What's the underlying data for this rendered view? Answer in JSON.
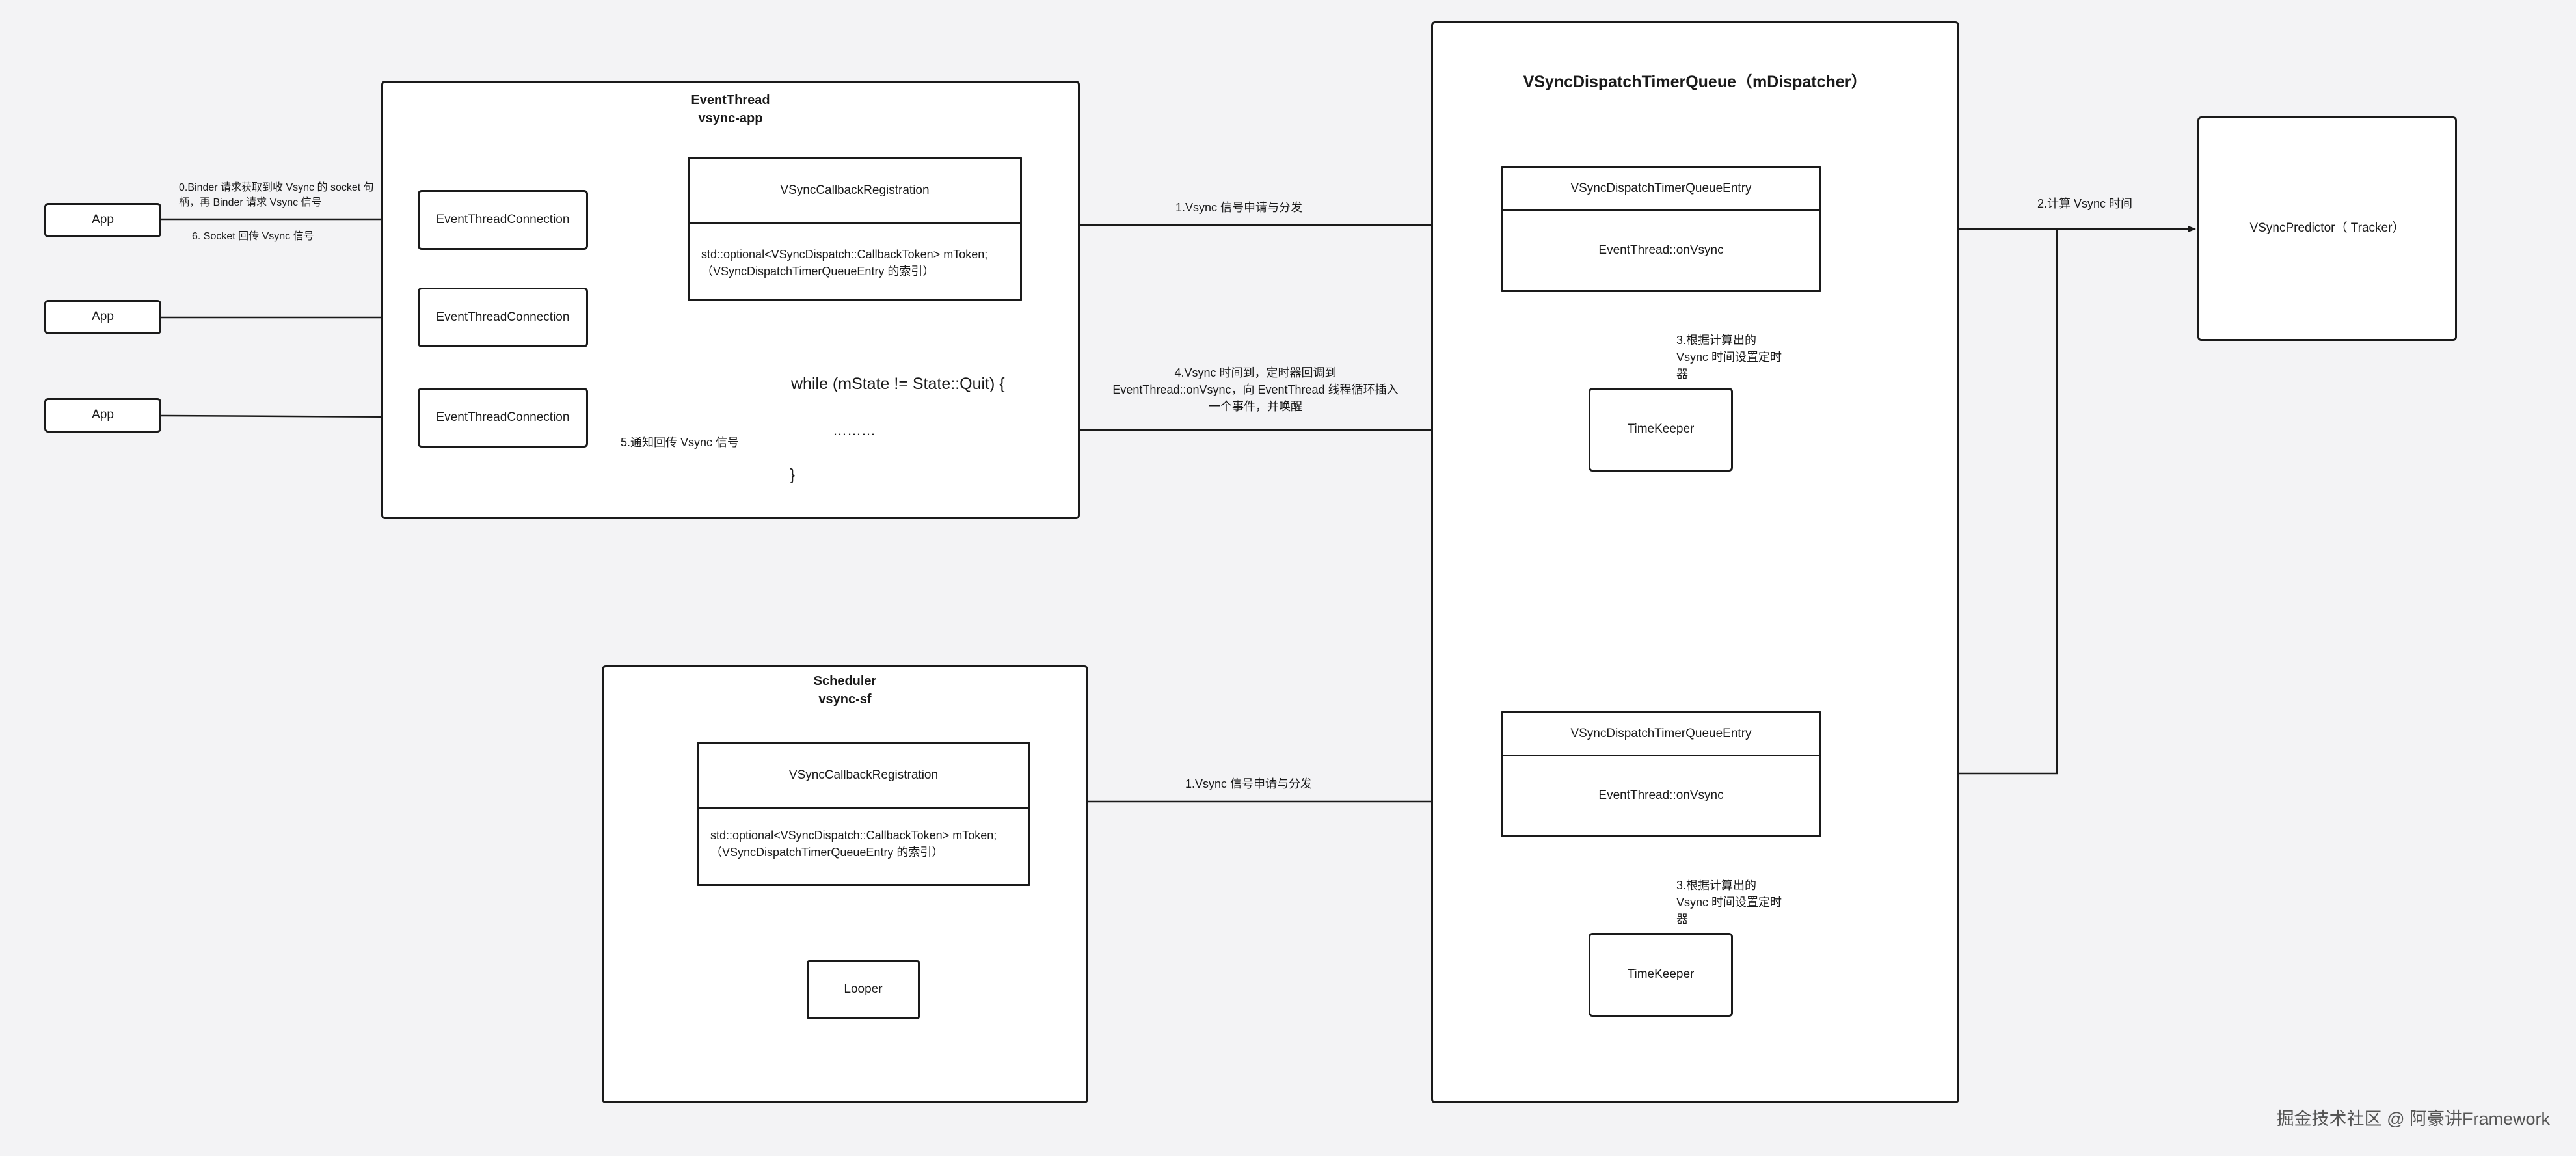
{
  "apps": [
    "App",
    "App",
    "App"
  ],
  "event_thread": {
    "title": "EventThread",
    "subtitle": "vsync-app",
    "connections": [
      "EventThreadConnection",
      "EventThreadConnection",
      "EventThreadConnection"
    ],
    "registration_title": "VSyncCallbackRegistration",
    "registration_body": "std::optional<VSyncDispatch::CallbackToken> mToken;\n（VSyncDispatchTimerQueueEntry 的索引）",
    "loop_head": "while (mState != State::Quit) {",
    "loop_body": "………",
    "loop_end": "}"
  },
  "scheduler": {
    "title": "Scheduler",
    "subtitle": "vsync-sf",
    "registration_title": "VSyncCallbackRegistration",
    "registration_body": "std::optional<VSyncDispatch::CallbackToken> mToken;\n（VSyncDispatchTimerQueueEntry 的索引）",
    "looper": "Looper"
  },
  "dispatcher": {
    "title": "VSyncDispatchTimerQueue（mDispatcher）",
    "entries": [
      {
        "title": "VSyncDispatchTimerQueueEntry",
        "body": "EventThread::onVsync"
      },
      {
        "title": "VSyncDispatchTimerQueueEntry",
        "body": "EventThread::onVsync"
      }
    ],
    "timekeepers": [
      "TimeKeeper",
      "TimeKeeper"
    ]
  },
  "predictor": "VSyncPredictor（ Tracker）",
  "labels": {
    "binder_request": "0.Binder 请求获取到收 Vsync 的 socket 句\n柄，再 Binder 请求 Vsync 信号",
    "socket_back": "6.  Socket 回传 Vsync 信号",
    "notify_back": "5.通知回传 Vsync 信号",
    "apply_dispatch_1": "1.Vsync 信号申请与分发",
    "apply_dispatch_2": "1.Vsync 信号申请与分发",
    "compute_vsync": "2.计算 Vsync 时间",
    "set_timer_1": "3.根据计算出的\nVsync 时间设置定时\n器",
    "set_timer_2": "3.根据计算出的\nVsync 时间设置定时\n器",
    "timer_fired": "4.Vsync 时间到，定时器回调到\nEventThread::onVsync，向 EventThread 线程循环插入\n一个事件，并唤醒"
  },
  "watermark": "掘金技术社区 @ 阿豪讲Framework"
}
